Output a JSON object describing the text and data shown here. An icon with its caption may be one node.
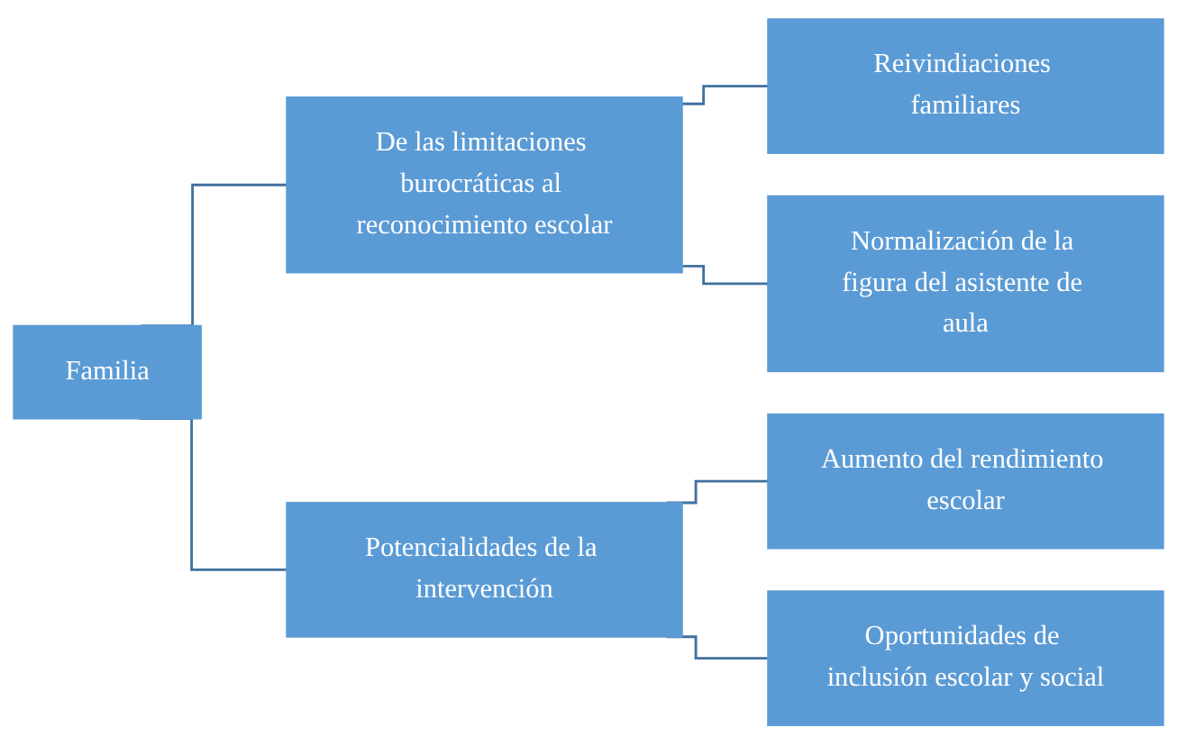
{
  "diagram": {
    "nodes": [
      {
        "text": [
          "Familia"
        ]
      },
      {
        "text": [
          "De las limitaciones burocráticas al reconocimiento escolar"
        ]
      },
      {
        "text": [
          "Potencialidades de la intervención"
        ]
      },
      {
        "text": [
          "Reivindiaciones familiares"
        ]
      },
      {
        "text": [
          "Normalización de la figura del asistente de aula"
        ]
      },
      {
        "text": [
          "Aumento del rendimiento escolar"
        ]
      },
      {
        "text": [
          "Oportunidades de inclusión escolar y social"
        ]
      }
    ],
    "edges": [
      {
        "from": 0,
        "to": 1,
        "arrow": "none"
      },
      {
        "from": 0,
        "to": 2,
        "arrow": "none"
      },
      {
        "from": 1,
        "to": 3,
        "arrow": "none"
      },
      {
        "from": 1,
        "to": 4,
        "arrow": "none"
      },
      {
        "from": 2,
        "to": 5,
        "arrow": "none"
      },
      {
        "from": 2,
        "to": 6,
        "arrow": "none"
      }
    ]
  }
}
